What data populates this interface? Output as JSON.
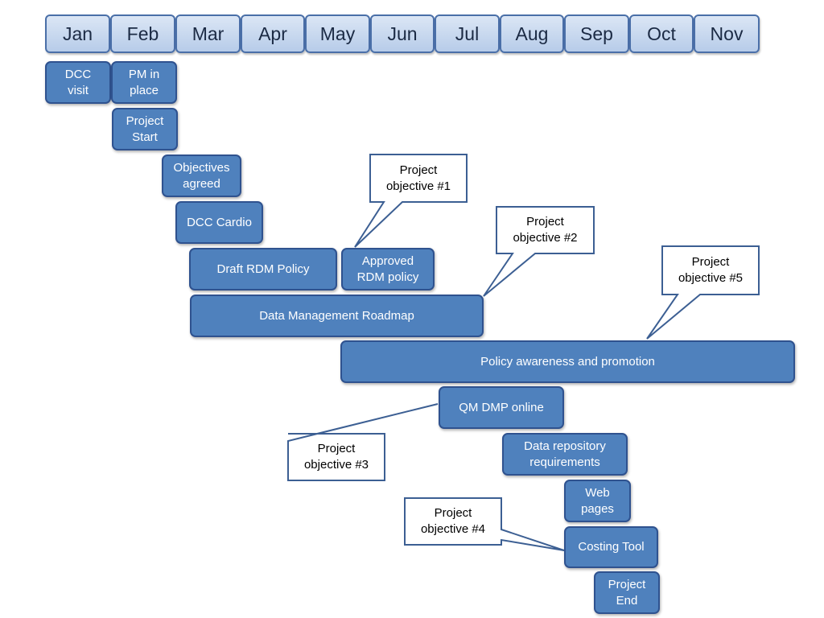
{
  "months": [
    "Jan",
    "Feb",
    "Mar",
    "Apr",
    "May",
    "Jun",
    "Jul",
    "Aug",
    "Sep",
    "Oct",
    "Nov"
  ],
  "tasks": {
    "dcc_visit": "DCC\nvisit",
    "pm_in_place": "PM  in\nplace",
    "project_start": "Project\nStart",
    "objectives_agreed": "Objectives\nagreed",
    "dcc_cardio": "DCC Cardio",
    "draft_rdm_policy": "Draft  RDM Policy",
    "approved_rdm_policy": "Approved\nRDM  policy",
    "data_management_roadmap": "Data Management  Roadmap",
    "policy_awareness": "Policy awareness and promotion",
    "qm_dmp_online": "QM DMP online",
    "data_repository_requirements": "Data repository\nrequirements",
    "web_pages": "Web\npages",
    "costing_tool": "Costing Tool",
    "project_end": "Project\nEnd"
  },
  "callouts": {
    "objective_1": "Project\nobjective #1",
    "objective_2": "Project\nobjective #2",
    "objective_3": "Project\nobjective #3",
    "objective_4": "Project\nobjective #4",
    "objective_5": "Project\nobjective #5"
  },
  "colors": {
    "task_fill": "#4f81bd",
    "task_border": "#2f528f",
    "month_border": "#4a6fa8",
    "callout_border": "#3c5f93"
  }
}
